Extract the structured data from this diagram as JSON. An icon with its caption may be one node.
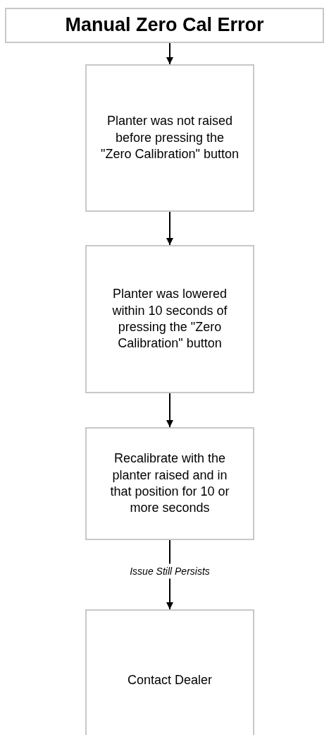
{
  "diagram": {
    "nodes": [
      {
        "text": [
          "Manual Zero Cal Error"
        ]
      },
      {
        "text": [
          "Planter was not raised before pressing the \"Zero Calibration\" button"
        ]
      },
      {
        "text": [
          "Planter was lowered within 10 seconds of pressing the \"Zero Calibration\" button"
        ]
      },
      {
        "text": [
          "Recalibrate with the planter raised and in that position for 10 or more seconds"
        ]
      },
      {
        "text": [
          "Contact Dealer"
        ]
      }
    ],
    "edges": [
      {
        "from": 0,
        "to": 1,
        "arrow": "to"
      },
      {
        "from": 1,
        "to": 2,
        "arrow": "to"
      },
      {
        "from": 2,
        "to": 3,
        "arrow": "to"
      },
      {
        "from": 3,
        "to": 4,
        "arrow": "to",
        "label": "Issue Still Persists"
      }
    ]
  }
}
